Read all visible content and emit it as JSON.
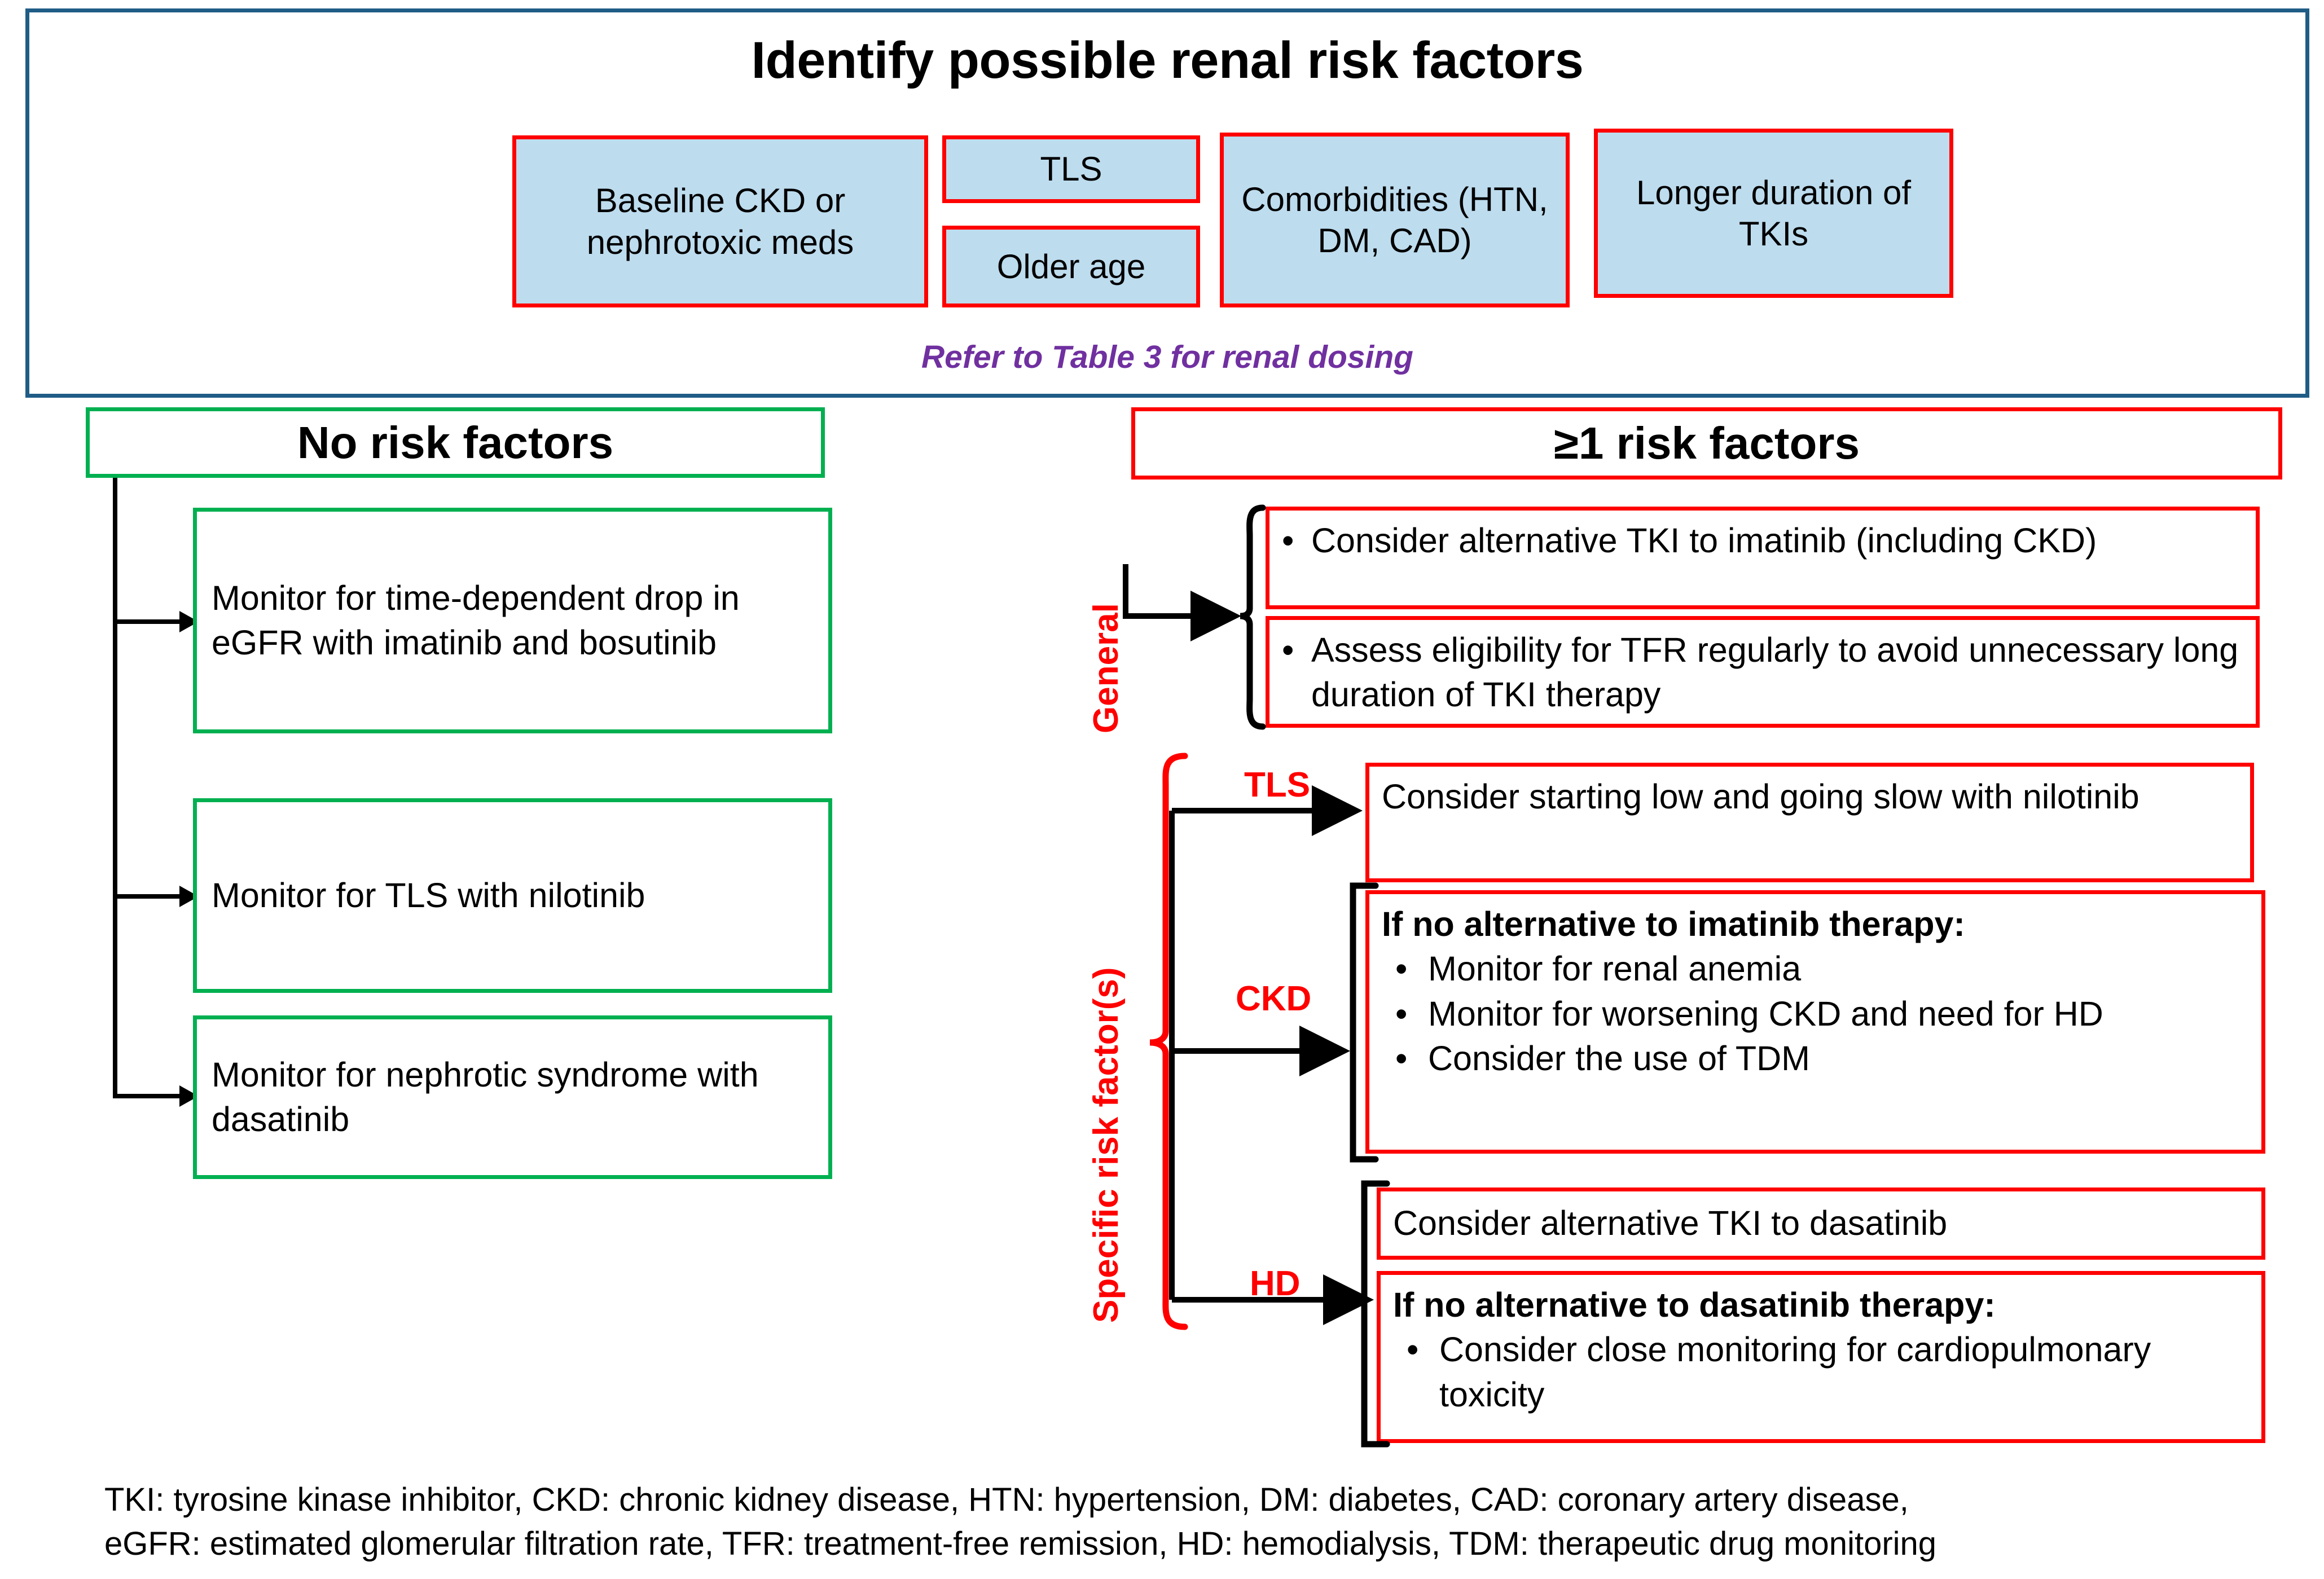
{
  "header": {
    "title": "Identify possible renal risk factors",
    "risk_factors": [
      {
        "id": "baseline-ckd",
        "label": "Baseline CKD or nephrotoxic meds"
      },
      {
        "id": "tls",
        "label": "TLS"
      },
      {
        "id": "older-age",
        "label": "Older age"
      },
      {
        "id": "comorbidities",
        "label": "Comorbidities (HTN, DM, CAD)"
      },
      {
        "id": "tki-duration",
        "label": "Longer duration of TKIs"
      }
    ],
    "refer_note": "Refer to Table 3 for renal dosing"
  },
  "left_branch": {
    "header": "No risk factors",
    "items": [
      {
        "id": "egfr",
        "label": "Monitor for time-dependent drop in eGFR with imatinib and bosutinib"
      },
      {
        "id": "tls",
        "label": "Monitor for TLS with nilotinib"
      },
      {
        "id": "nephrotic",
        "label": "Monitor for nephrotic syndrome with dasatinib"
      }
    ]
  },
  "right_branch": {
    "header": "≥1 risk factors",
    "general": {
      "label": "General",
      "items": [
        {
          "bullet": "•",
          "text": "Consider alternative TKI to imatinib (including CKD)"
        },
        {
          "bullet": "•",
          "text": "Assess eligibility for TFR regularly to avoid unnecessary long duration of TKI therapy"
        }
      ]
    },
    "specific": {
      "label": "Specific risk factor(s)",
      "groups": [
        {
          "label": "TLS",
          "boxes": [
            {
              "text": "Consider starting low and going slow with nilotinib"
            }
          ]
        },
        {
          "label": "CKD",
          "boxes": [
            {
              "heading": "If no alternative to imatinib therapy:",
              "bullets": [
                {
                  "bullet": "•",
                  "text": "Monitor for renal anemia"
                },
                {
                  "bullet": "•",
                  "text": "Monitor for worsening CKD and need for HD"
                },
                {
                  "bullet": "•",
                  "text": "Consider the use of TDM"
                }
              ]
            }
          ]
        },
        {
          "label": "HD",
          "boxes": [
            {
              "text": "Consider alternative TKI to dasatinib"
            },
            {
              "heading": "If no alternative to dasatinib therapy:",
              "bullets": [
                {
                  "bullet": "•",
                  "text": "Consider close monitoring for cardiopulmonary toxicity"
                }
              ]
            }
          ]
        }
      ]
    }
  },
  "footnote": {
    "line1": "TKI: tyrosine kinase inhibitor, CKD: chronic kidney disease, HTN: hypertension, DM: diabetes, CAD: coronary artery disease,",
    "line2": "eGFR: estimated glomerular filtration rate, TFR: treatment-free remission, HD: hemodialysis, TDM: therapeutic drug monitoring"
  },
  "colors": {
    "panel_border": "#1F5C86",
    "risk_red": "#FF0000",
    "safe_green": "#00B050",
    "chip_fill": "#BDDCEE",
    "note_purple": "#7030A0"
  }
}
